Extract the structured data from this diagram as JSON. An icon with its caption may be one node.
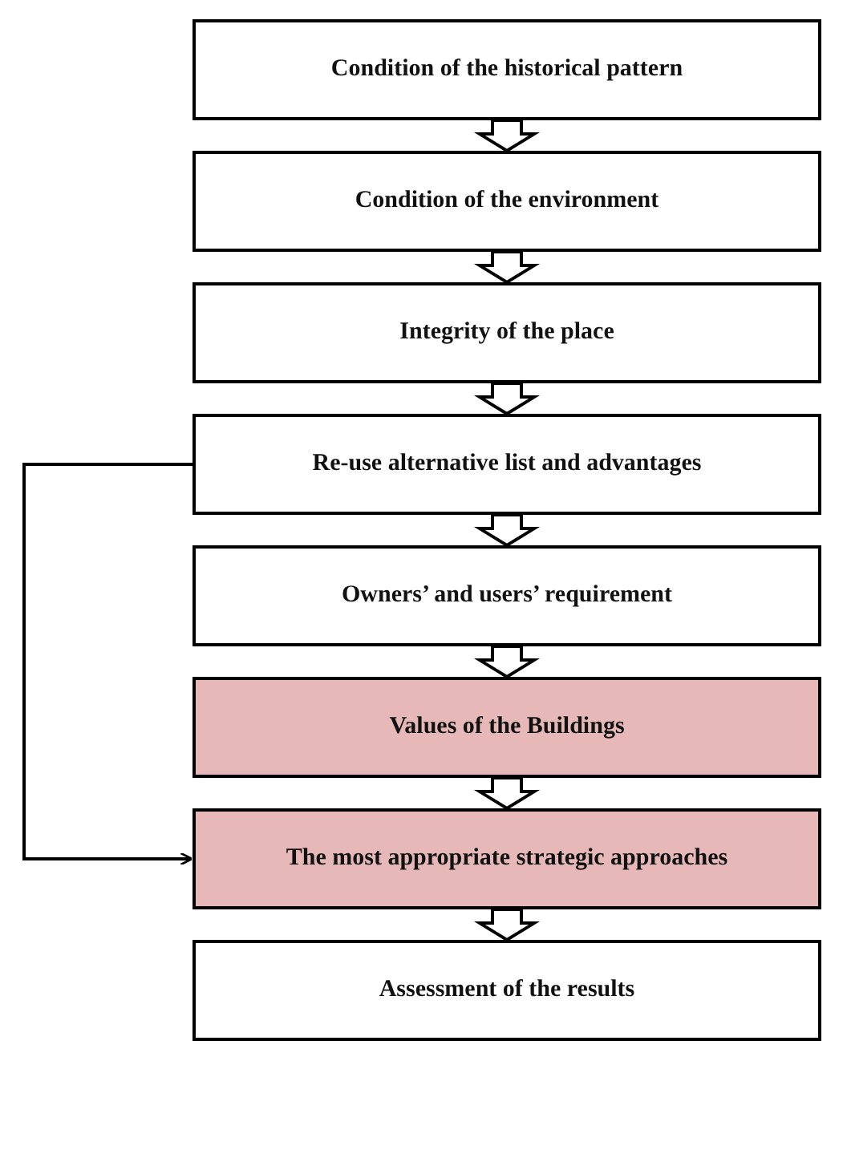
{
  "diagram": {
    "nodes": [
      {
        "text": [
          "Condition of the historical pattern"
        ]
      },
      {
        "text": [
          "Condition of the environment"
        ]
      },
      {
        "text": [
          "Integrity of the place"
        ]
      },
      {
        "text": [
          "Re-use alternative list and advantages"
        ]
      },
      {
        "text": [
          "Owners’ and users’ requirement"
        ]
      },
      {
        "text": [
          "Values of the Buildings"
        ]
      },
      {
        "text": [
          "The most appropriate strategic approaches"
        ]
      },
      {
        "text": [
          "Assessment of the results"
        ]
      }
    ],
    "edges": [
      {
        "from": 0,
        "to": 1,
        "arrow": "to"
      },
      {
        "from": 1,
        "to": 2,
        "arrow": "to"
      },
      {
        "from": 2,
        "to": 3,
        "arrow": "to"
      },
      {
        "from": 3,
        "to": 4,
        "arrow": "to"
      },
      {
        "from": 4,
        "to": 5,
        "arrow": "to"
      },
      {
        "from": 5,
        "to": 6,
        "arrow": "to"
      },
      {
        "from": 6,
        "to": 7,
        "arrow": "to"
      },
      {
        "from": 3,
        "to": 6,
        "arrow": "to"
      }
    ]
  }
}
